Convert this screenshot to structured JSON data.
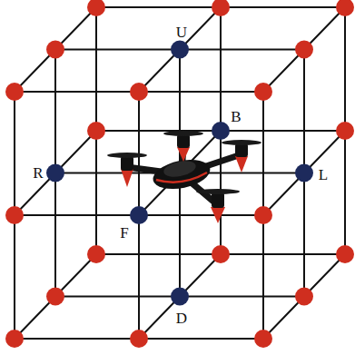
{
  "diagram": {
    "labels": [
      "U",
      "B",
      "R",
      "L",
      "F",
      "D"
    ]
  }
}
